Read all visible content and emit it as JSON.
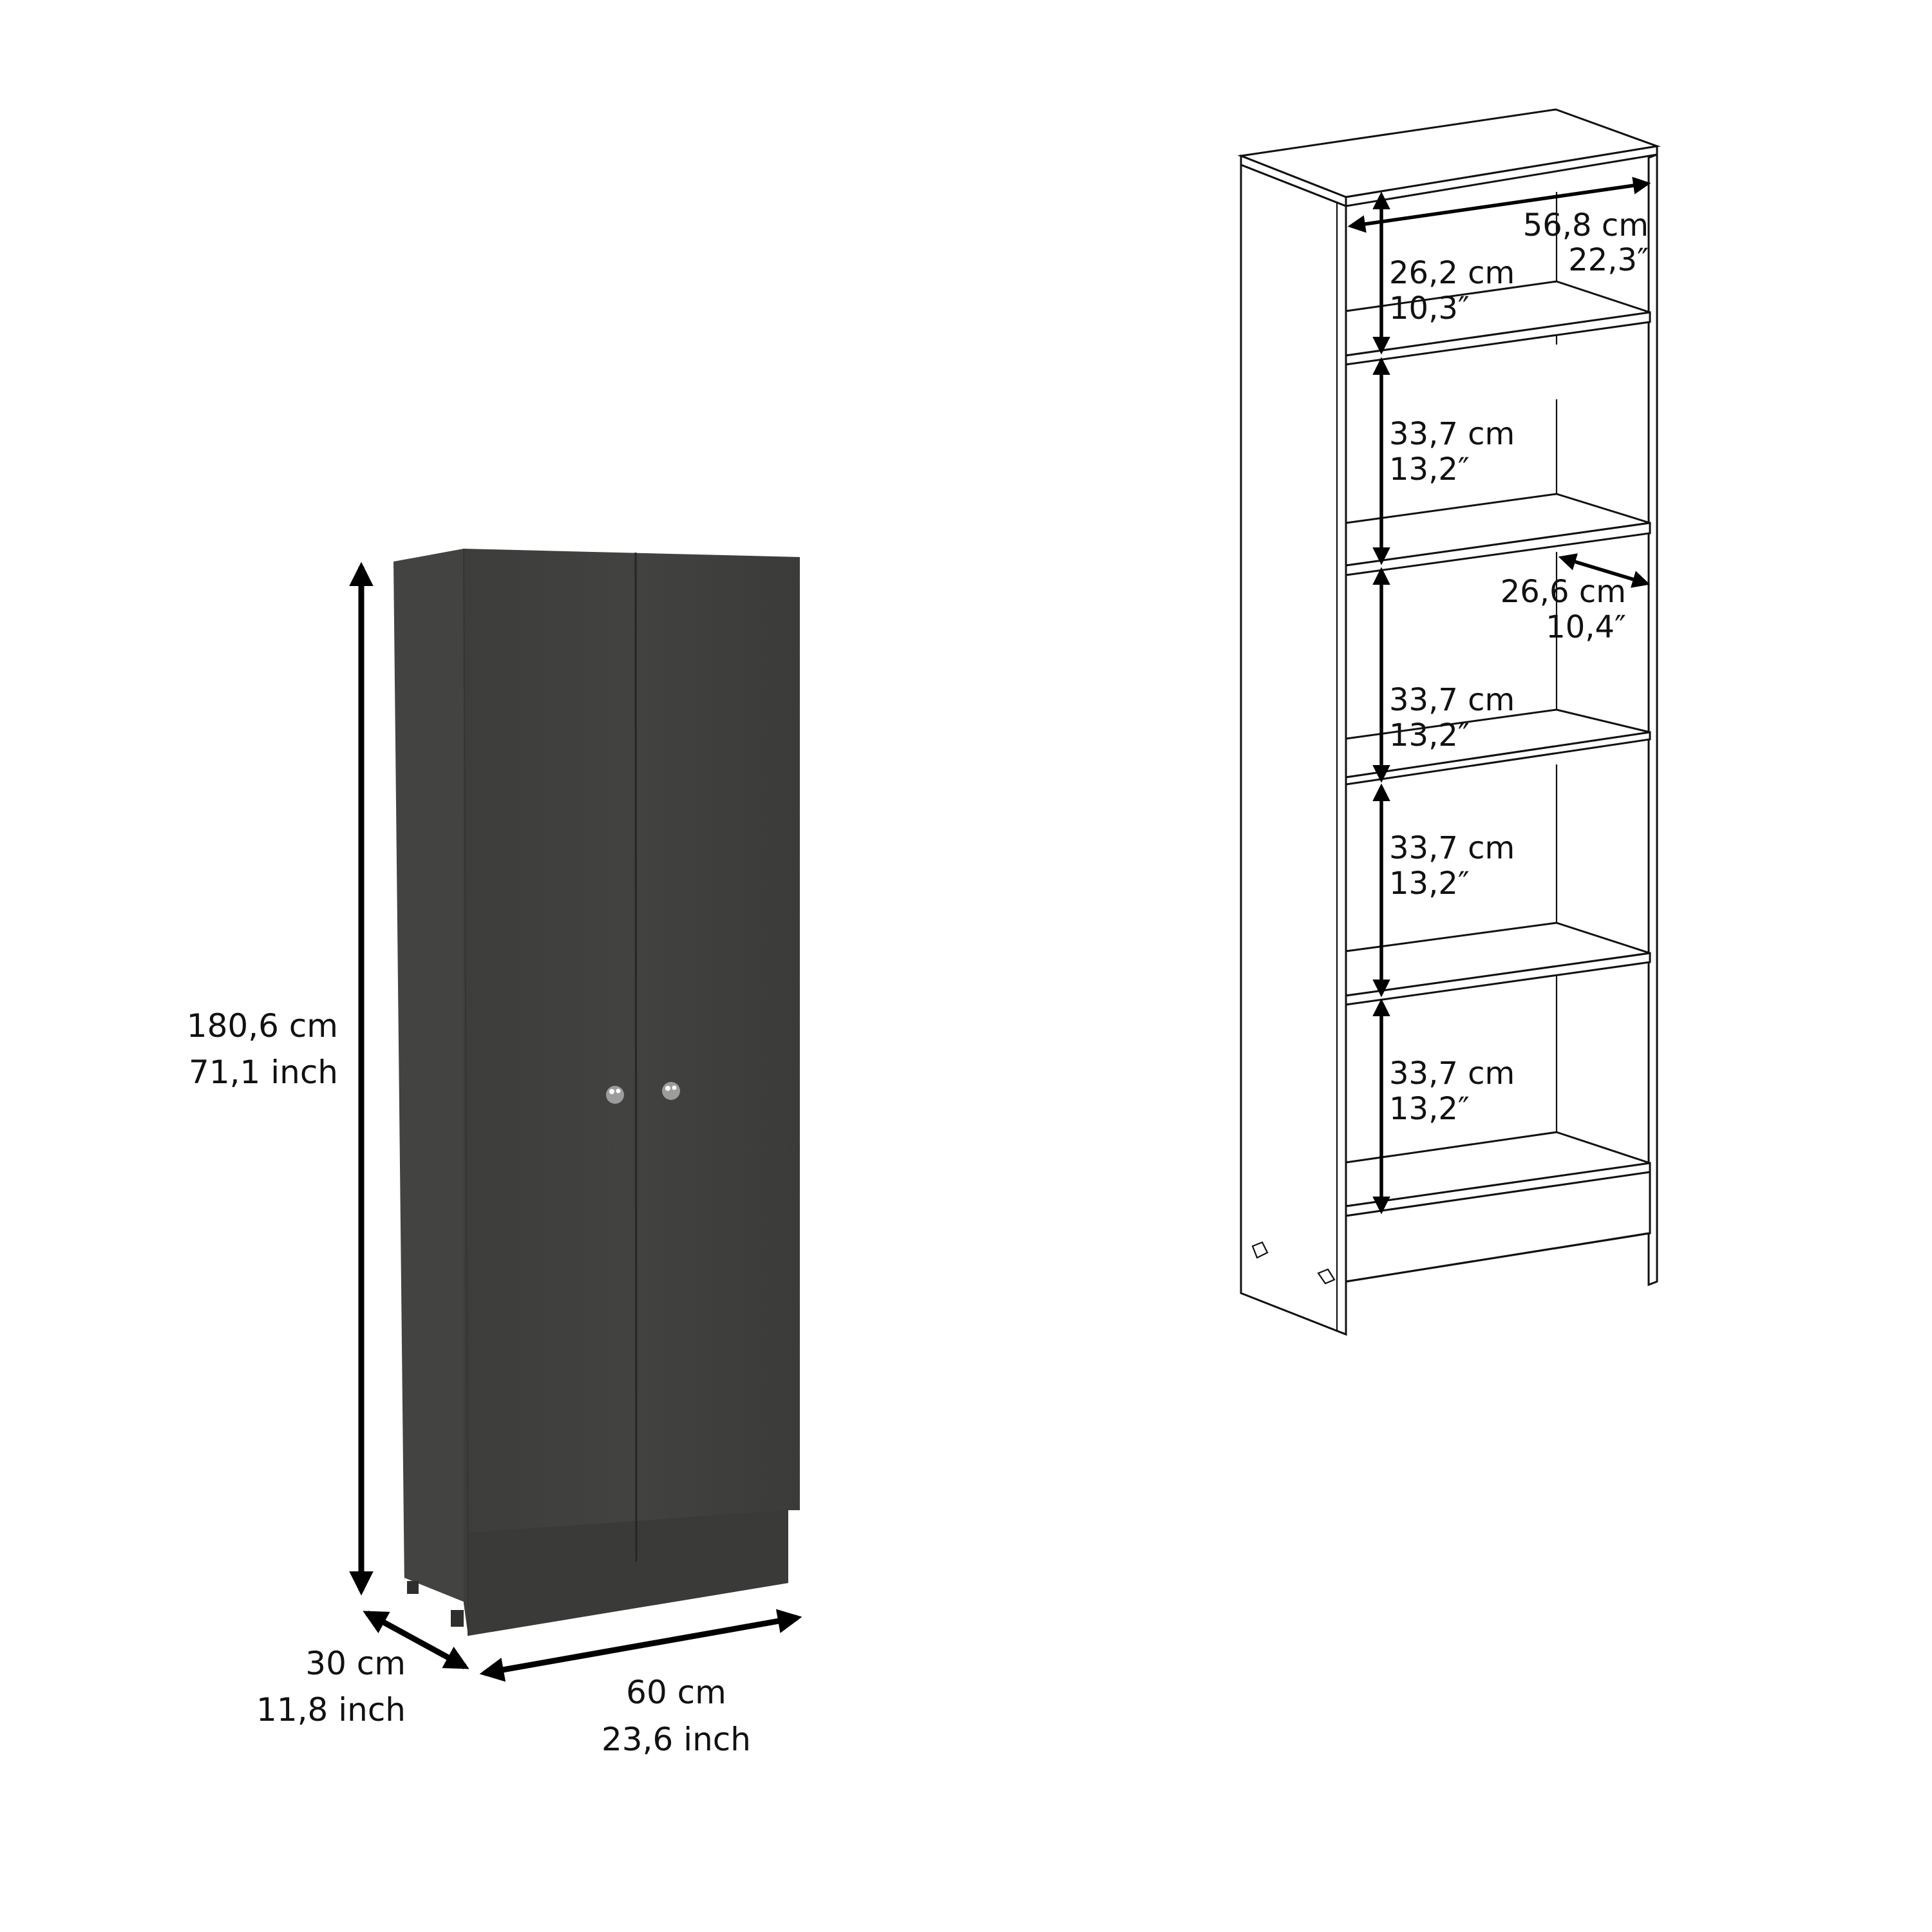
{
  "colors": {
    "background": "#ffffff",
    "cabinet_front": "#3f3f3e",
    "cabinet_side": "#434342",
    "cabinet_shadow": "#2f2f2e",
    "knob": "#9a9a9a",
    "line": "#111111"
  },
  "closed_cabinet": {
    "doors": 2,
    "knobs": 2,
    "height": {
      "cm": "180,6 cm",
      "inch": "71,1 inch"
    },
    "depth": {
      "cm": "30 cm",
      "inch": "11,8 inch"
    },
    "width": {
      "cm": "60 cm",
      "inch": "23,6 inch"
    }
  },
  "open_cabinet": {
    "interior_width": {
      "cm": "56,8 cm",
      "inch": "22,3″"
    },
    "shelf_depth": {
      "cm": "26,6 cm",
      "inch": "10,4″"
    },
    "compartments": [
      {
        "cm": "26,2 cm",
        "inch": "10,3″"
      },
      {
        "cm": "33,7 cm",
        "inch": "13,2″"
      },
      {
        "cm": "33,7 cm",
        "inch": "13,2″"
      },
      {
        "cm": "33,7 cm",
        "inch": "13,2″"
      },
      {
        "cm": "33,7 cm",
        "inch": "13,2″"
      }
    ]
  }
}
